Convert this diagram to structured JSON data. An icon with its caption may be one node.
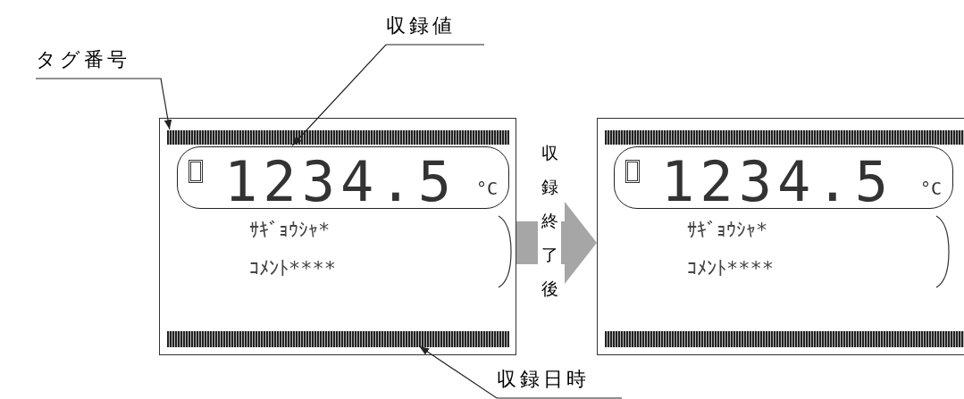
{
  "diagram": {
    "nodes": [
      {
        "text": [
          "タグ番号"
        ]
      },
      {
        "text": [
          "収録値"
        ]
      },
      {
        "text": [],
        "shape": "box"
      },
      {
        "text": [],
        "shape": "bar",
        "in": 2
      },
      {
        "text": [
          "1234.5",
          "°C"
        ],
        "in": 2
      },
      {
        "text": [],
        "shape": "bar",
        "in": 2
      },
      {
        "text": [],
        "shape": "box"
      },
      {
        "text": [],
        "shape": "bar",
        "in": 6
      },
      {
        "text": [
          "1234.5",
          "°C"
        ],
        "in": 6
      },
      {
        "text": [],
        "shape": "bar",
        "in": 6
      },
      {
        "text": [
          "収録日時"
        ]
      }
    ],
    "edges": [
      {
        "from": 0,
        "to": 3,
        "arrow": "to"
      },
      {
        "from": 1,
        "to": 4,
        "arrow": "to"
      },
      {
        "from": 2,
        "to": 6,
        "arrow": "to",
        "label": "収録終了後",
        "style": "thick",
        "color": "#a6a6a6"
      },
      {
        "from": 10,
        "to": 5,
        "arrow": "to"
      }
    ],
    "labels": [
      "ｻｷﾞｮｳｼｬ*",
      "ｺﾒﾝﾄ****",
      "ｻｷﾞｮｳｼｬ*",
      "ｺﾒﾝﾄ****"
    ]
  }
}
